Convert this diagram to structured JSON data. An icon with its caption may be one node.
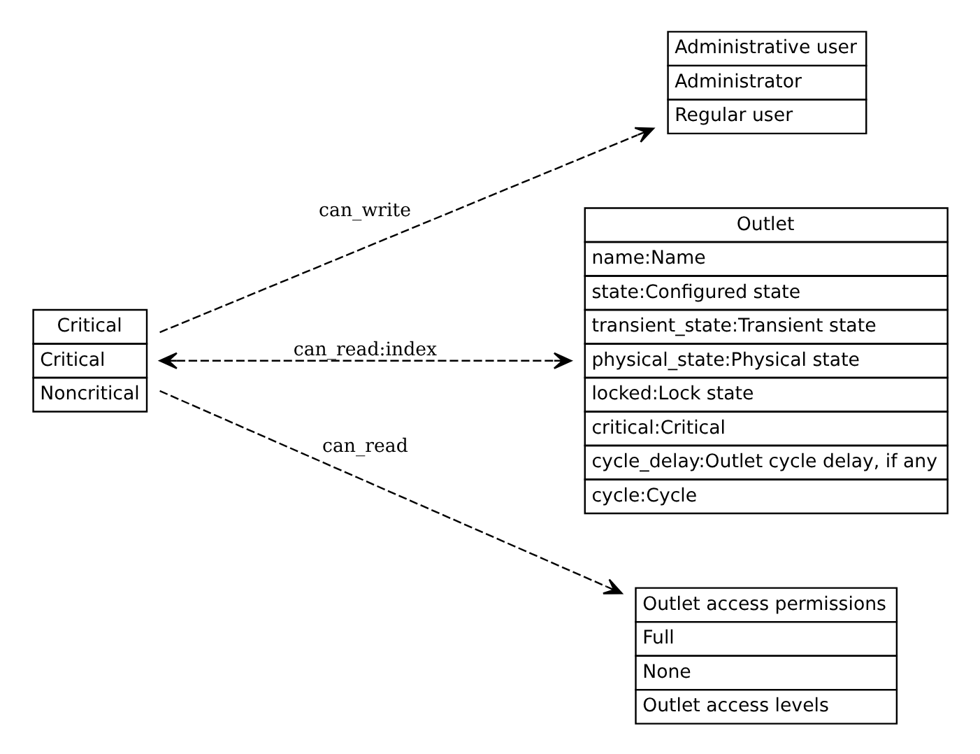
{
  "diagram": {
    "nodes": [
      {
        "text": [
          "Critical",
          "Critical",
          "Noncritical"
        ]
      },
      {
        "text": [
          "Administrative user",
          "Administrator",
          "Regular user"
        ]
      },
      {
        "text": [
          "Outlet",
          "name:Name",
          "state:Configured state",
          "transient_state:Transient state",
          "physical_state:Physical state",
          "locked:Lock state",
          "critical:Critical",
          "cycle_delay:Outlet cycle delay, if any",
          "cycle:Cycle"
        ]
      },
      {
        "text": [
          "Outlet access permissions",
          "Full",
          "None",
          "Outlet access levels"
        ]
      }
    ],
    "edges": [
      {
        "from": 0,
        "to": 1,
        "arrow": "to",
        "label": "can_write",
        "style": "dashed"
      },
      {
        "from": 0,
        "to": 2,
        "arrow": "both",
        "label": "can_read:index",
        "style": "dashed"
      },
      {
        "from": 0,
        "to": 3,
        "arrow": "to",
        "label": "can_read",
        "style": "dashed"
      }
    ]
  }
}
